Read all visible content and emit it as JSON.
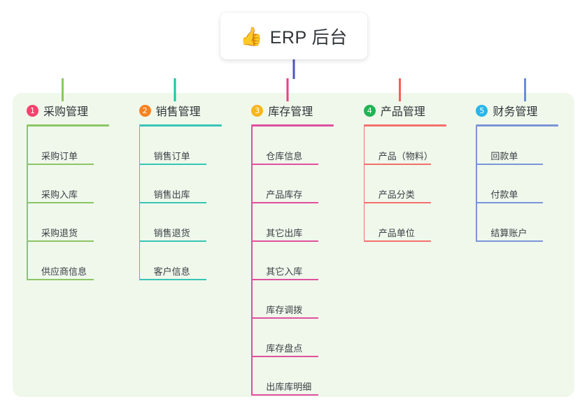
{
  "title": {
    "icon": "thumbs-up-icon",
    "icon_glyph": "👍",
    "text": "ERP 后台"
  },
  "theme": {
    "page_background": "#ffffff",
    "panel_background": "#f0f8ec",
    "card_background": "#ffffff",
    "text_color": "#2f3438",
    "bus_gradient": [
      "#8cc665",
      "#17c6a3",
      "#5b62c4",
      "#6b8ddb"
    ]
  },
  "columns": [
    {
      "number": "1",
      "title": "采购管理",
      "badge_color": "#f4436c",
      "line_color": "#8cc665",
      "connector_color": "#8cc665",
      "items": [
        "采购订单",
        "采购入库",
        "采购退货",
        "供应商信息"
      ]
    },
    {
      "number": "2",
      "title": "销售管理",
      "badge_color": "#f58220",
      "line_color": "#37c6b5",
      "connector_color": "#17c6a3",
      "items": [
        "销售订单",
        "销售出库",
        "销售退货",
        "客户信息"
      ]
    },
    {
      "number": "3",
      "title": "库存管理",
      "badge_color": "#f5b720",
      "line_color": "#e0509e",
      "connector_color": "#e8408a",
      "items": [
        "仓库信息",
        "产品库存",
        "其它出库",
        "其它入库",
        "库存调拨",
        "库存盘点",
        "出库库明细"
      ]
    },
    {
      "number": "4",
      "title": "产品管理",
      "badge_color": "#22b355",
      "line_color": "#f4706b",
      "connector_color": "#f4605c",
      "items": [
        "产品（物料）",
        "产品分类",
        "产品单位"
      ]
    },
    {
      "number": "5",
      "title": "财务管理",
      "badge_color": "#29b6e8",
      "line_color": "#7b95d8",
      "connector_color": "#6b8ddb",
      "items": [
        "回款单",
        "付款单",
        "结算账户"
      ]
    }
  ]
}
